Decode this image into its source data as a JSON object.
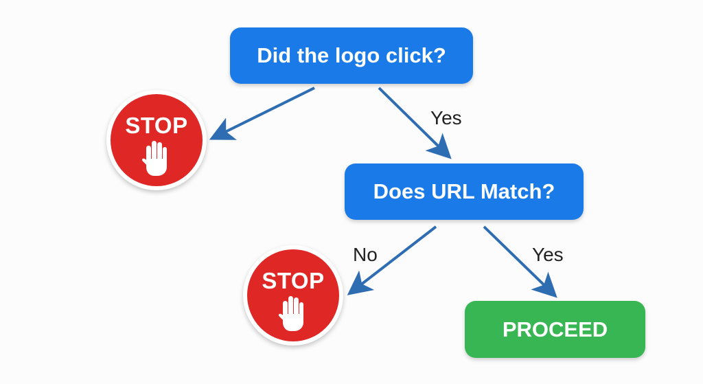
{
  "diagram": {
    "nodes": {
      "logo_question": "Did the logo click?",
      "url_question": "Does URL Match?",
      "stop_top": "STOP",
      "stop_bottom": "STOP",
      "proceed": "PROCEED"
    },
    "edge_labels": {
      "logo_yes": "Yes",
      "url_no": "No",
      "url_yes": "Yes"
    },
    "icons": {
      "stop_top": "hand-icon",
      "stop_bottom": "hand-icon"
    },
    "colors": {
      "question_fill": "#1a7be8",
      "stop_fill": "#df2826",
      "proceed_fill": "#38b653",
      "arrow": "#2f6db3"
    }
  }
}
